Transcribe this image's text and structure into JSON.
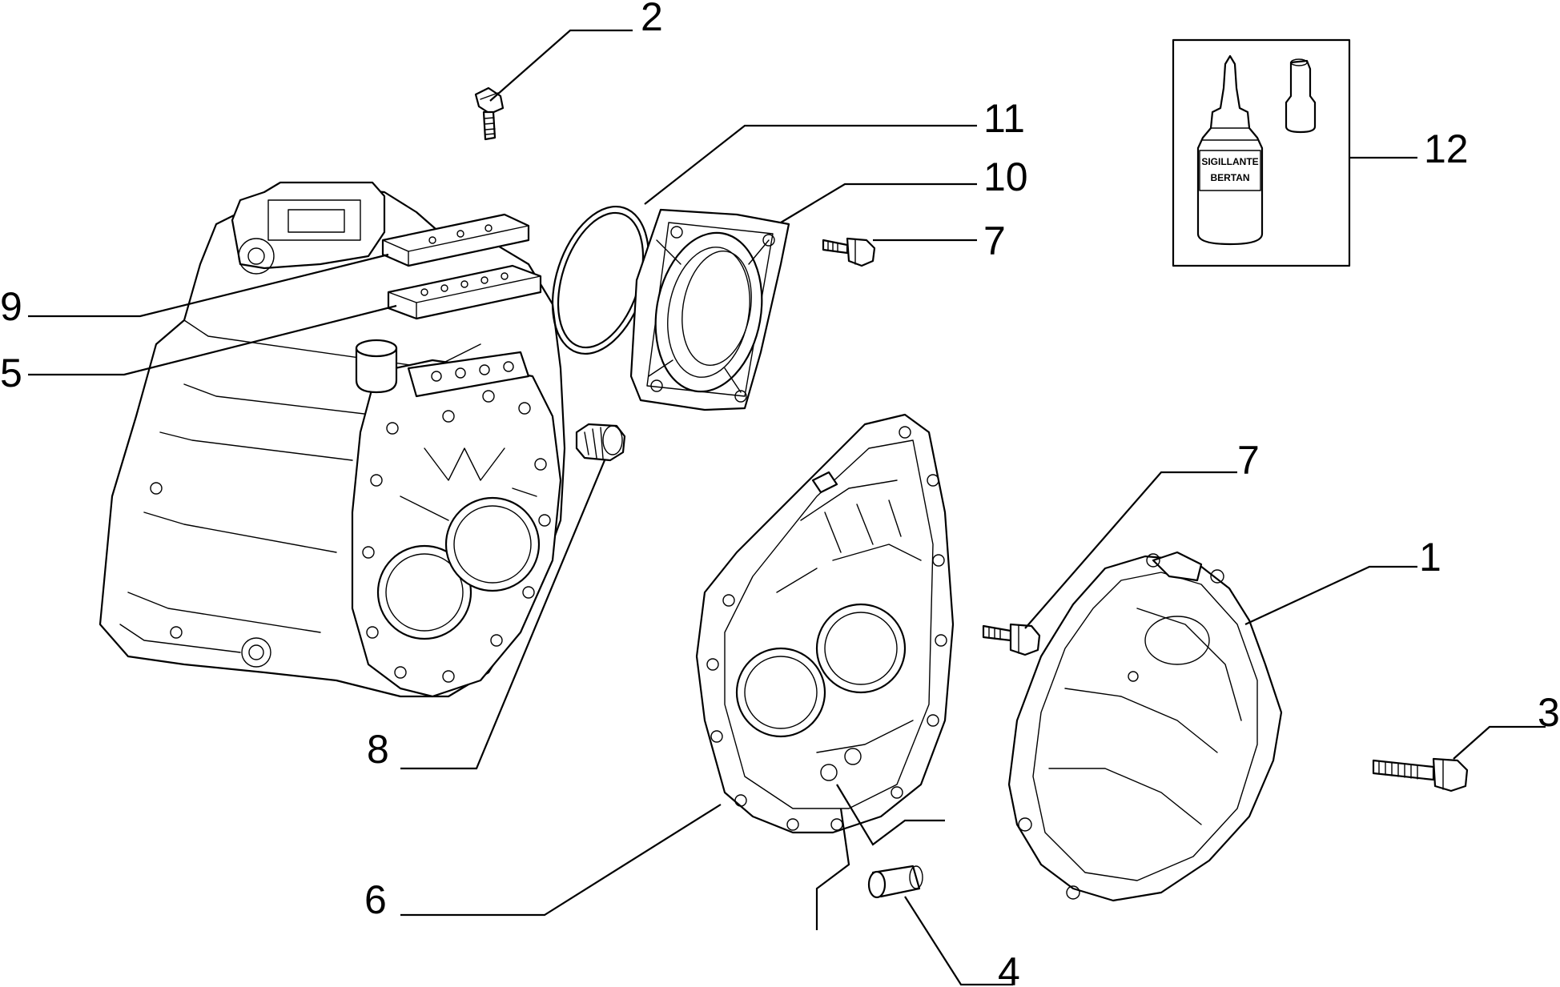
{
  "callouts": [
    {
      "id": "1",
      "label": "1"
    },
    {
      "id": "2",
      "label": "2"
    },
    {
      "id": "3",
      "label": "3"
    },
    {
      "id": "4",
      "label": "4"
    },
    {
      "id": "5",
      "label": "5"
    },
    {
      "id": "6",
      "label": "6"
    },
    {
      "id": "7a",
      "label": "7"
    },
    {
      "id": "7b",
      "label": "7"
    },
    {
      "id": "8",
      "label": "8"
    },
    {
      "id": "9",
      "label": "9"
    },
    {
      "id": "10",
      "label": "10"
    },
    {
      "id": "11",
      "label": "11"
    },
    {
      "id": "12",
      "label": "12"
    }
  ],
  "bottle_label": {
    "line1": "SIGILLANTE",
    "line2": "BERTAN"
  }
}
